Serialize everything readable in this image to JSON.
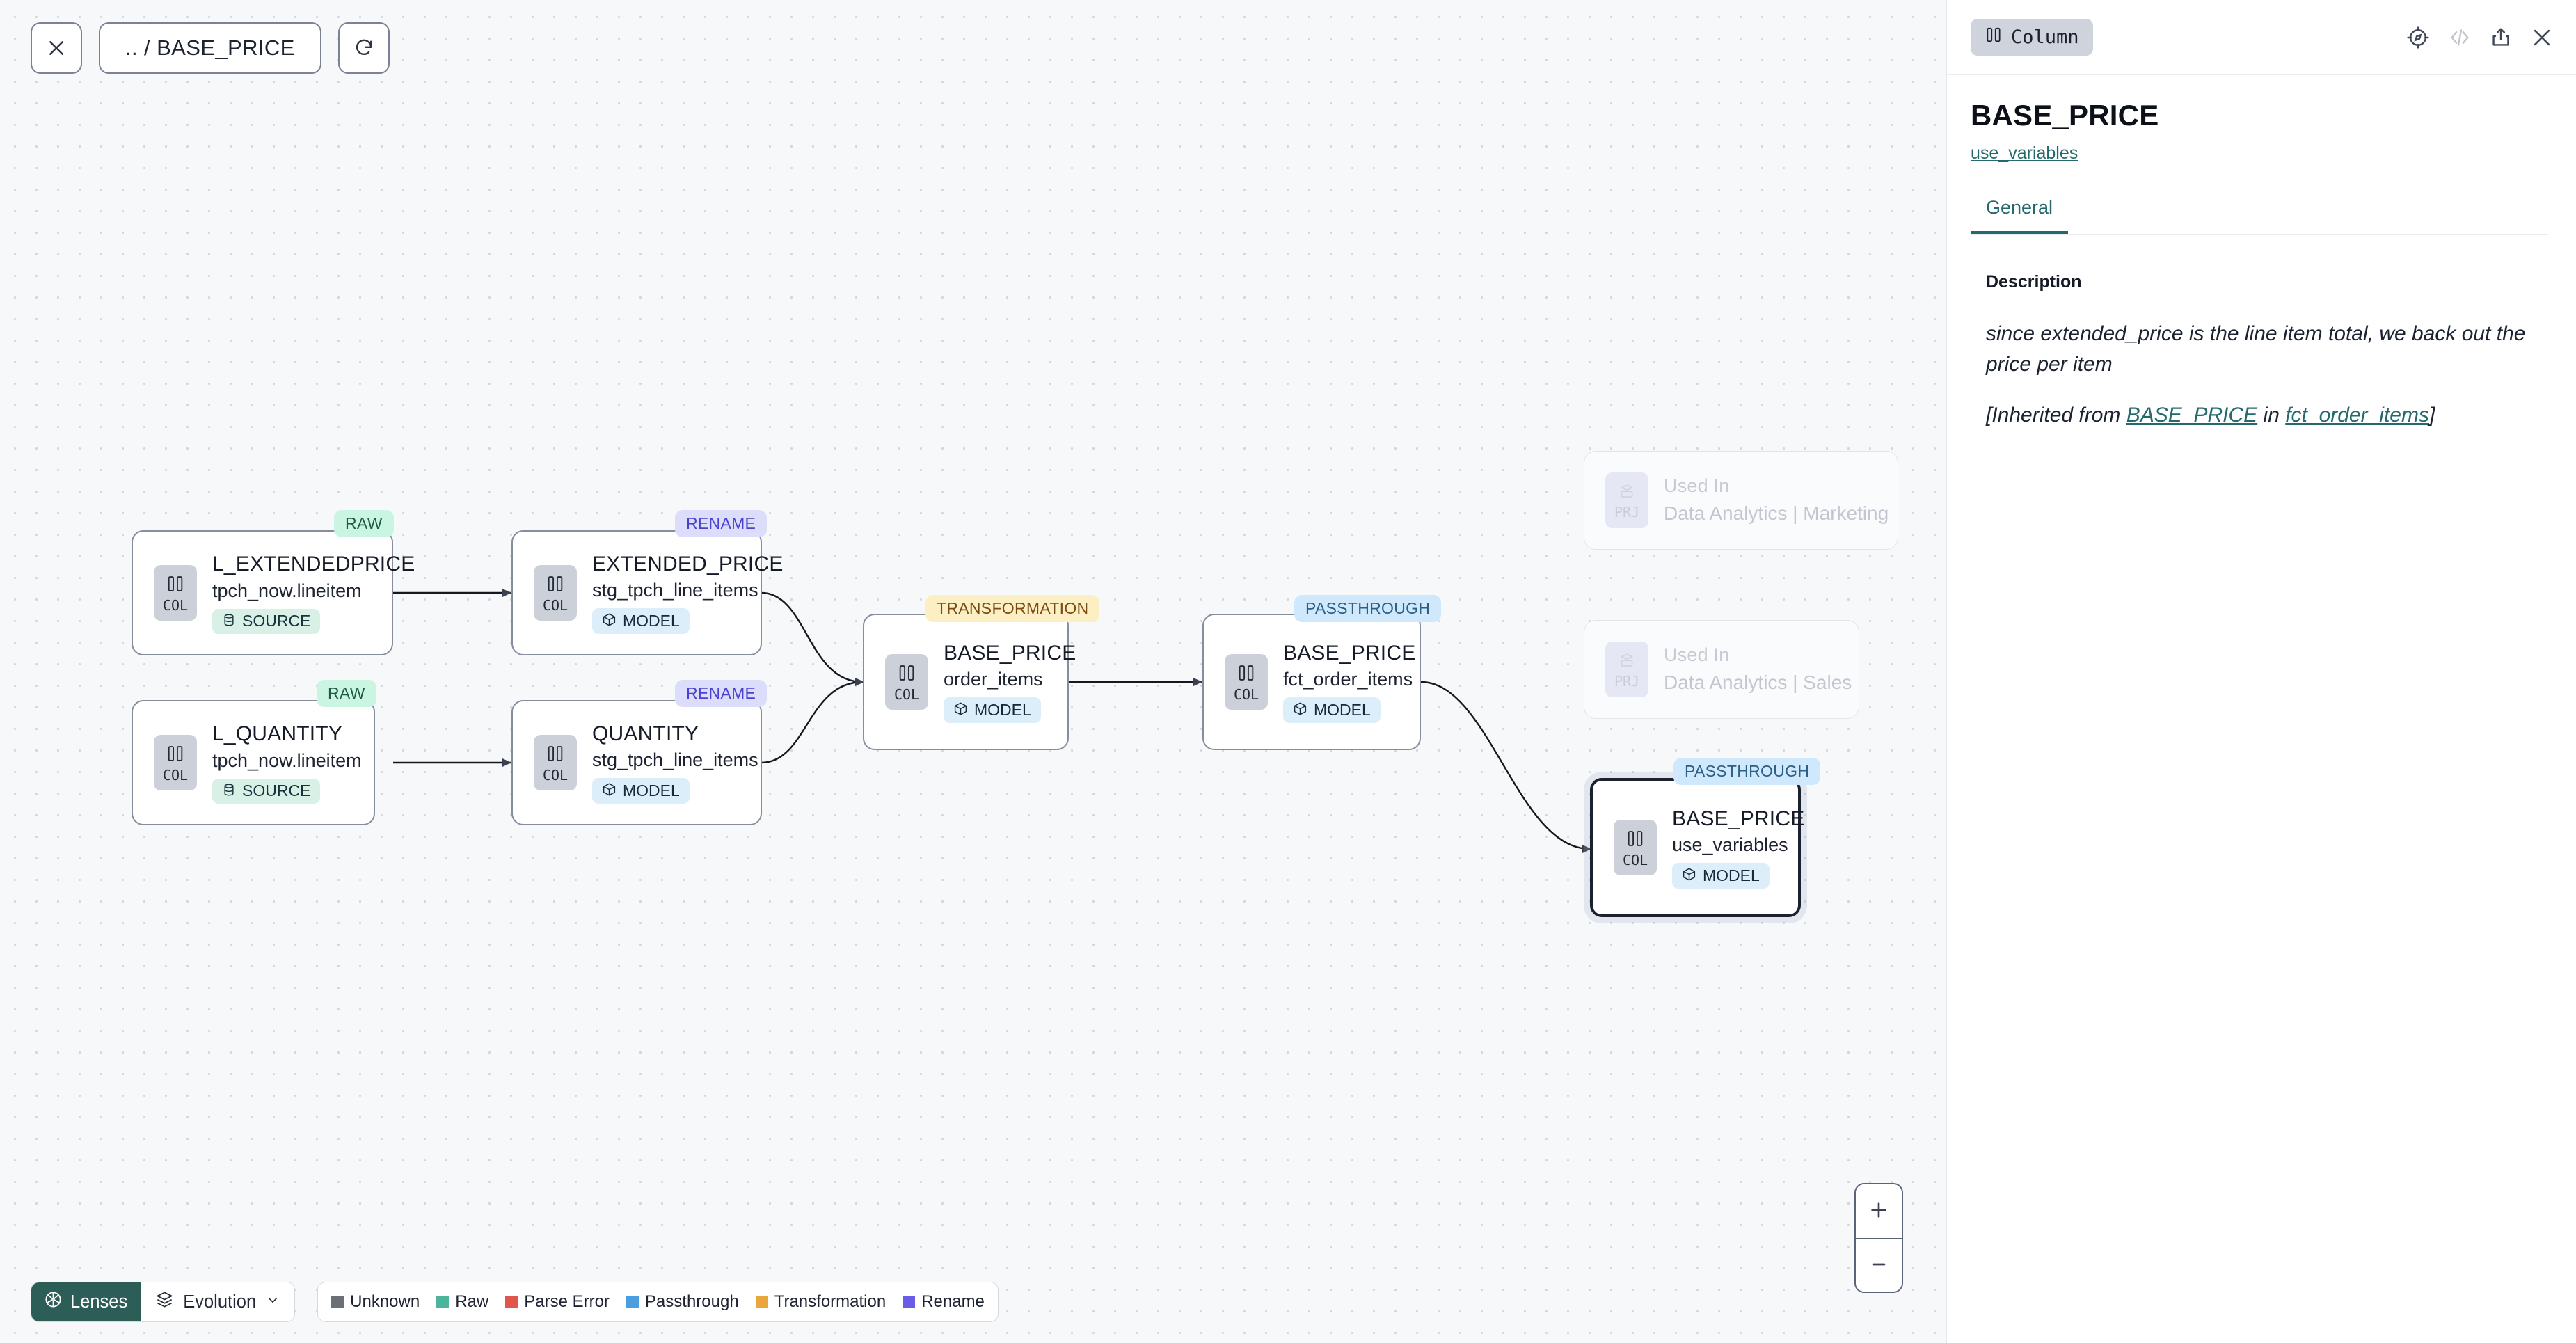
{
  "toolbar": {
    "close_icon": "close-icon",
    "breadcrumb": ".. / BASE_PRICE",
    "refresh_icon": "refresh-icon"
  },
  "canvas": {
    "zoom_in_label": "+",
    "zoom_out_label": "−"
  },
  "bottom_bar": {
    "lenses_label": "Lenses",
    "lenses_icon": "aperture-icon",
    "evolution_label": "Evolution",
    "evolution_icon": "layers-icon",
    "chevron_icon": "chevron-down-icon",
    "legend": [
      {
        "label": "Unknown",
        "color": "#6b6f76"
      },
      {
        "label": "Raw",
        "color": "#4cb49a"
      },
      {
        "label": "Parse Error",
        "color": "#e0564c"
      },
      {
        "label": "Passthrough",
        "color": "#4a9ee0"
      },
      {
        "label": "Transformation",
        "color": "#e8a63d"
      },
      {
        "label": "Rename",
        "color": "#6b5ce7"
      }
    ]
  },
  "graph": {
    "nodes": [
      {
        "id": "l_extendedprice",
        "title": "L_EXTENDEDPRICE",
        "sub": "tpch_now.lineitem",
        "chip": "COL",
        "tag": "SOURCE",
        "tag_icon": "database-icon",
        "badge": "RAW"
      },
      {
        "id": "l_quantity",
        "title": "L_QUANTITY",
        "sub": "tpch_now.lineitem",
        "chip": "COL",
        "tag": "SOURCE",
        "tag_icon": "database-icon",
        "badge": "RAW"
      },
      {
        "id": "extended_price",
        "title": "EXTENDED_PRICE",
        "sub": "stg_tpch_line_items",
        "chip": "COL",
        "tag": "MODEL",
        "tag_icon": "cube-icon",
        "badge": "RENAME"
      },
      {
        "id": "quantity",
        "title": "QUANTITY",
        "sub": "stg_tpch_line_items",
        "chip": "COL",
        "tag": "MODEL",
        "tag_icon": "cube-icon",
        "badge": "RENAME"
      },
      {
        "id": "base_price_oi",
        "title": "BASE_PRICE",
        "sub": "order_items",
        "chip": "COL",
        "tag": "MODEL",
        "tag_icon": "cube-icon",
        "badge": "TRANSFORMATION"
      },
      {
        "id": "base_price_fct",
        "title": "BASE_PRICE",
        "sub": "fct_order_items",
        "chip": "COL",
        "tag": "MODEL",
        "tag_icon": "cube-icon",
        "badge": "PASSTHROUGH"
      },
      {
        "id": "base_price_uv",
        "title": "BASE_PRICE",
        "sub": "use_variables",
        "chip": "COL",
        "tag": "MODEL",
        "tag_icon": "cube-icon",
        "badge": "PASSTHROUGH"
      }
    ],
    "used_in_nodes": [
      {
        "id": "used_in_marketing",
        "chip": "PRJ",
        "title": "Used In",
        "sub": "Data Analytics | Marketing"
      },
      {
        "id": "used_in_sales",
        "chip": "PRJ",
        "title": "Used In",
        "sub": "Data Analytics | Sales"
      }
    ]
  },
  "panel": {
    "type_label": "Column",
    "type_icon": "columns-icon",
    "icons": {
      "explore": "compass-icon",
      "code": "code-icon",
      "share": "share-icon",
      "close": "close-icon"
    },
    "entity_name": "BASE_PRICE",
    "entity_parent": "use_variables",
    "tab_general": "General",
    "description_title": "Description",
    "description_text": "since extended_price is the line item total, we back out the price per item",
    "inherited_prefix": "[Inherited from ",
    "inherited_link1": "BASE_PRICE",
    "inherited_mid": " in ",
    "inherited_link2": "fct_order_items",
    "inherited_suffix": "]"
  }
}
